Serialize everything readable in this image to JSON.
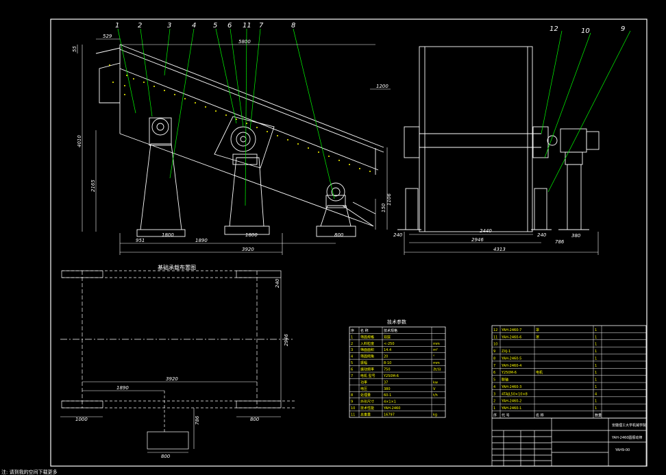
{
  "window": {
    "bg": "#000000",
    "frame": "#ffffff",
    "accent_cyan": "#00ffff",
    "accent_yellow": "#ffff00",
    "accent_green": "#00ff00",
    "accent_red": "#ff3333"
  },
  "side_view": {
    "part_labels": [
      "1",
      "2",
      "3",
      "4",
      "5",
      "6",
      "11",
      "7",
      "8"
    ],
    "dims": {
      "top_left": "529",
      "top_len": "5800",
      "left_small": "55",
      "height": "4010",
      "height2": "2165",
      "right_top": "1200",
      "right_mid1": "1106",
      "right_mid2": "150",
      "b1": "951",
      "b2": "1800",
      "b3": "1890",
      "b4": "1800",
      "b5": "800",
      "total": "3920"
    }
  },
  "end_view": {
    "part_labels": [
      "12",
      "10",
      "9"
    ],
    "dims": {
      "d1": "2440",
      "d2": "2946",
      "d3": "240",
      "d4": "240",
      "d5": "786",
      "d6": "380",
      "total": "4313"
    }
  },
  "plan_view": {
    "title": "基础承载布置图",
    "dims": {
      "d1": "240",
      "d2": "2946",
      "d3": "3920",
      "d4": "1890",
      "d5": "1000",
      "d6": "800",
      "d7": "786",
      "d8": "800"
    }
  },
  "spec_table": {
    "title": "技术参数",
    "header": [
      "序",
      "名 称",
      "技术规格",
      ""
    ],
    "rows": [
      [
        "1",
        "筛面规格",
        "双层",
        ""
      ],
      [
        "2",
        "入料粒度",
        "<-250",
        "mm"
      ],
      [
        "3",
        "筛面面积",
        "14.4",
        "m²"
      ],
      [
        "4",
        "筛面倾角",
        "20",
        "°"
      ],
      [
        "5",
        "振幅",
        "8-10",
        "mm"
      ],
      [
        "6",
        "振动频率",
        "750",
        "次/分"
      ],
      [
        "7",
        "电机 型号",
        "Y250M-6",
        ""
      ],
      [
        "",
        "功率",
        "37",
        "kw"
      ],
      [
        "",
        "电压",
        "380",
        "V"
      ],
      [
        "8",
        "处理量",
        "60-1",
        "t/h"
      ],
      [
        "9",
        "外形尺寸",
        "4×1×1",
        ""
      ],
      [
        "10",
        "技术性能",
        "YAH-2460",
        ""
      ],
      [
        "11",
        "总重量",
        "16797",
        "kg"
      ]
    ]
  },
  "bom": {
    "rows": [
      [
        "12",
        "YAH-2460-7",
        "罩",
        "1"
      ],
      [
        "11",
        "YAH-2460-6",
        "罩",
        "1"
      ],
      [
        "10",
        "",
        "",
        "1"
      ],
      [
        "9",
        "ZXJ-1",
        "",
        "1"
      ],
      [
        "8",
        "YAH-2460-5",
        "",
        "1"
      ],
      [
        "7",
        "YAH-2460-4",
        "",
        "1"
      ],
      [
        "6",
        "Y250M-6",
        "电机",
        "1"
      ],
      [
        "5",
        "联轴",
        "",
        "1"
      ],
      [
        "4",
        "YAH-2460-3",
        "",
        "1"
      ],
      [
        "3",
        "4TAJL50×10×8",
        "",
        "4"
      ],
      [
        "2",
        "YAH-2460-2",
        "",
        "1"
      ],
      [
        "1",
        "YAH-2460-1",
        "",
        "1"
      ]
    ],
    "header": [
      "序",
      "代 号",
      "名 称",
      "数量"
    ],
    "school": "安徽理工大学机械学院",
    "drawing_name": "YAH-2460圆振动筛",
    "drawing_no": "YAH9-00"
  },
  "status_text": "注: 请到我的空间下载更多"
}
